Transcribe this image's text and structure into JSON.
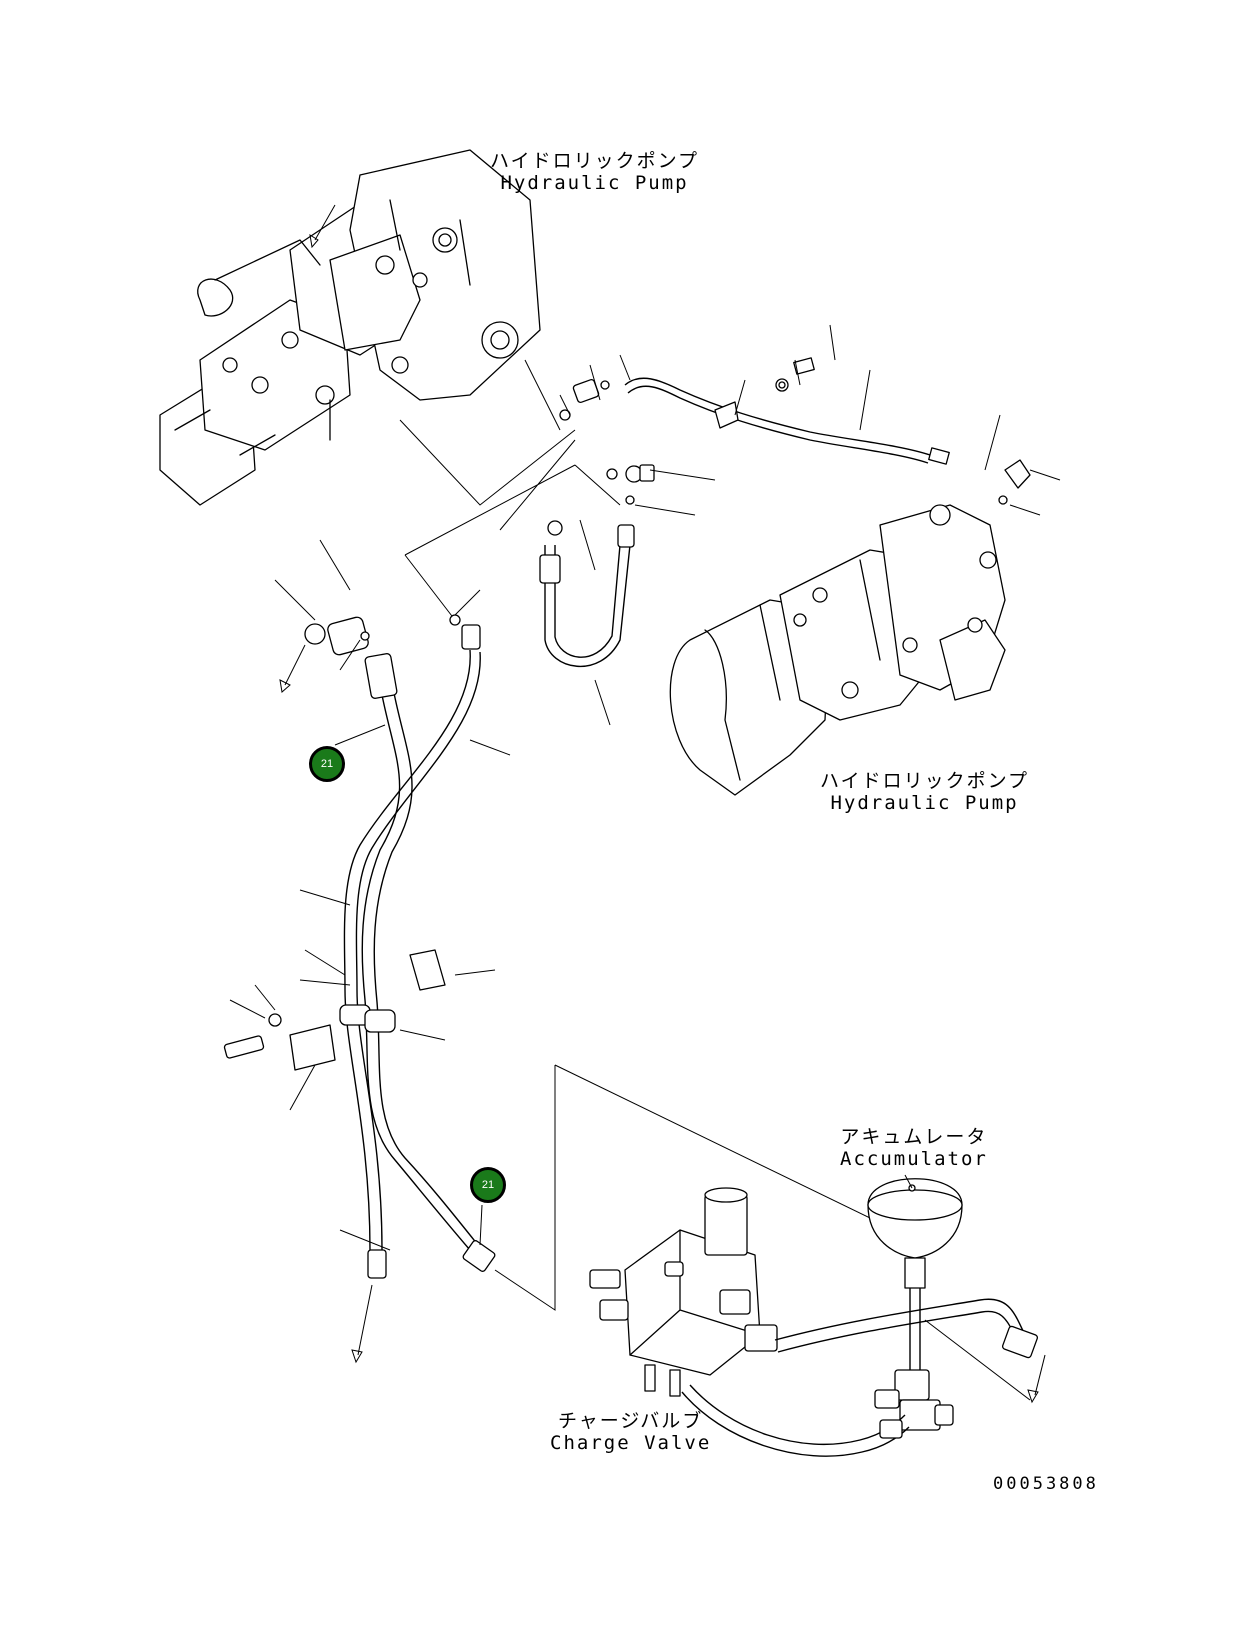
{
  "labels": {
    "pump_top_jp": "ハイドロリックポンプ",
    "pump_top_en": "Hydraulic Pump",
    "pump_right_jp": "ハイドロリックポンプ",
    "pump_right_en": "Hydraulic Pump",
    "accumulator_jp": "アキュムレータ",
    "accumulator_en": "Accumulator",
    "charge_valve_jp": "チャージバルブ",
    "charge_valve_en": "Charge Valve"
  },
  "callouts": [
    {
      "number": "21",
      "color": "#1a7a1a"
    },
    {
      "number": "21",
      "color": "#1a7a1a"
    }
  ],
  "drawing_number": "00053808"
}
